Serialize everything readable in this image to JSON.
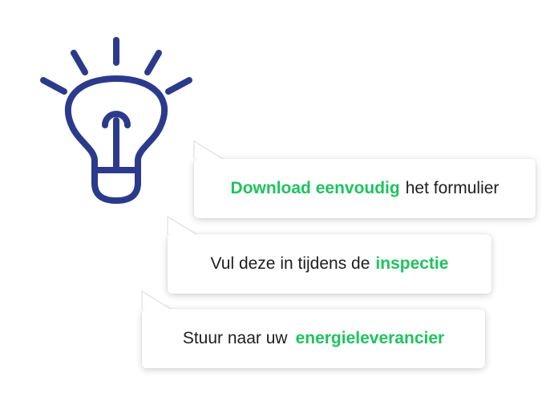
{
  "icon": "lightbulb-icon",
  "colors": {
    "bulb_stroke": "#2c3a8c",
    "highlight": "#1fc35f",
    "text": "#1e1e1e"
  },
  "bubbles": [
    {
      "highlight": "Download eenvoudig",
      "text": "het formulier"
    },
    {
      "text": "Vul deze in tijdens de",
      "highlight": "inspectie"
    },
    {
      "text": "Stuur naar uw",
      "highlight": "energieleverancier"
    }
  ]
}
